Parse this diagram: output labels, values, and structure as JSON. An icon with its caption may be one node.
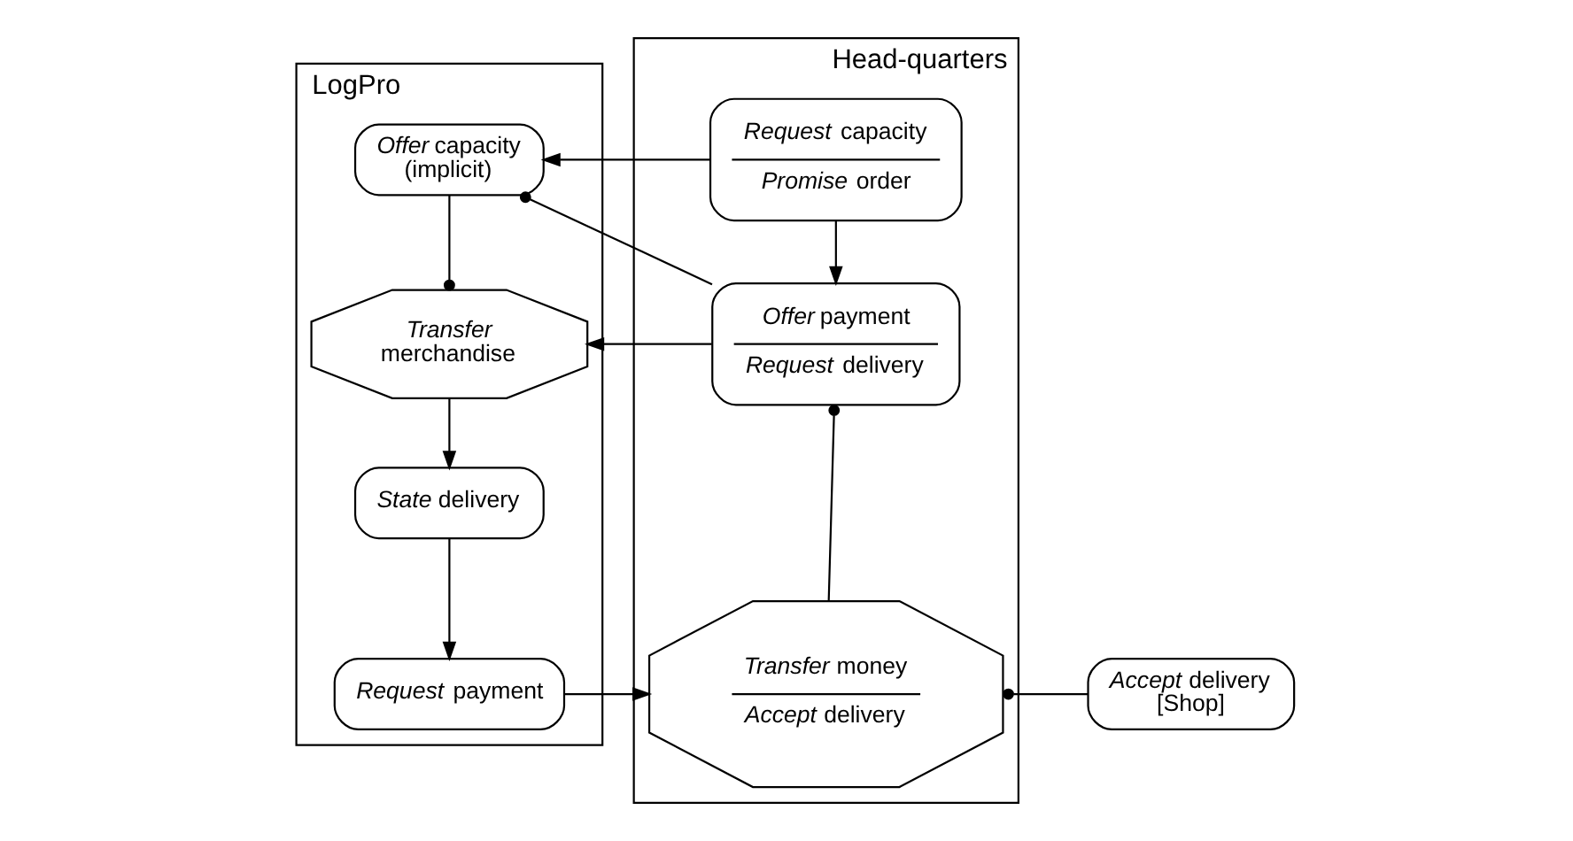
{
  "diagram": {
    "nodes": [
      {
        "text": [
          "LogPro"
        ]
      },
      {
        "text": [
          "Head-quarters"
        ]
      },
      {
        "text": [
          "*Offer* capacity (implicit)"
        ],
        "in": 0
      },
      {
        "text": [
          "*Request* capacity",
          "*Promise* order"
        ],
        "in": 1
      },
      {
        "text": [
          "*Transfer* merchandise"
        ],
        "in": 0
      },
      {
        "text": [
          "*Offer* payment",
          "*Request* delivery"
        ],
        "in": 1
      },
      {
        "text": [
          "*State* delivery"
        ],
        "in": 0
      },
      {
        "text": [
          "*Request* payment"
        ],
        "in": 0
      },
      {
        "text": [
          "*Transfer* money",
          "*Accept* delivery"
        ],
        "in": 1
      },
      {
        "text": [
          "*Accept* delivery [Shop]"
        ]
      }
    ],
    "edges": [
      {
        "from": 3,
        "to": 2,
        "arrow": "to"
      },
      {
        "from": 5,
        "to": 2,
        "arrow": "other"
      },
      {
        "from": 3,
        "to": 5,
        "arrow": "to"
      },
      {
        "from": 2,
        "to": 4,
        "arrow": "other"
      },
      {
        "from": 5,
        "to": 4,
        "arrow": "to"
      },
      {
        "from": 4,
        "to": 6,
        "arrow": "to"
      },
      {
        "from": 6,
        "to": 7,
        "arrow": "to"
      },
      {
        "from": 7,
        "to": 8,
        "arrow": "to"
      },
      {
        "from": 8,
        "to": 5,
        "arrow": "other"
      },
      {
        "from": 9,
        "to": 8,
        "arrow": "other"
      }
    ]
  }
}
